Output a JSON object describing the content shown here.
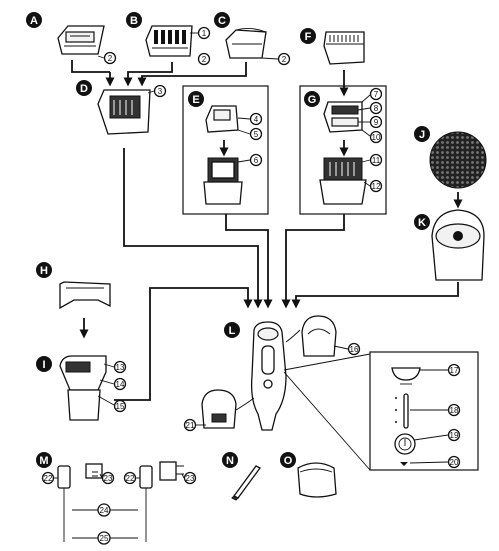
{
  "section_letters": [
    "A",
    "B",
    "C",
    "D",
    "E",
    "F",
    "G",
    "H",
    "I",
    "J",
    "K",
    "L",
    "M",
    "N",
    "O"
  ],
  "callout_numbers": [
    "1",
    "2",
    "3",
    "4",
    "5",
    "6",
    "7",
    "8",
    "9",
    "10",
    "11",
    "12",
    "13",
    "14",
    "15",
    "16",
    "17",
    "18",
    "19",
    "20",
    "21",
    "22",
    "23",
    "24",
    "25"
  ],
  "icons": {
    "arrow": "black-down-arrow",
    "callout": "circled-number"
  }
}
